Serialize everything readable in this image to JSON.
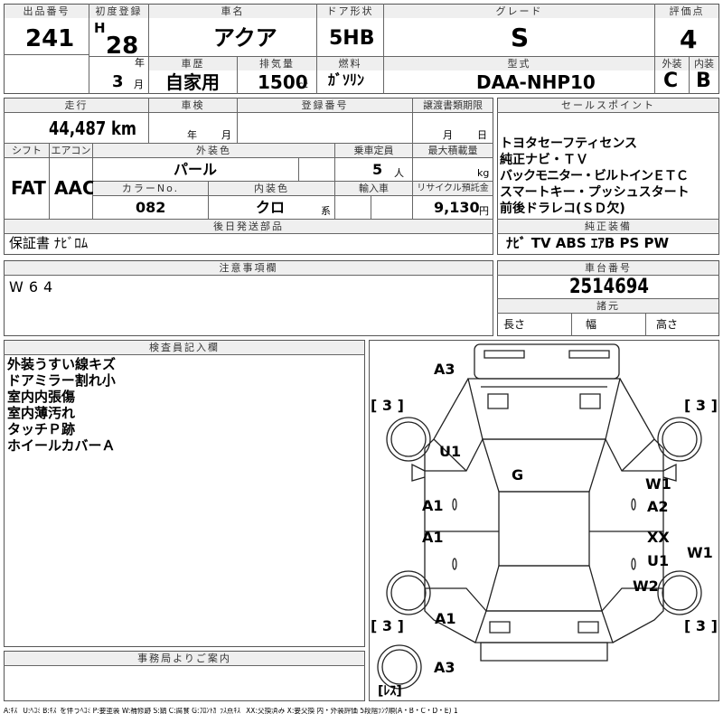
{
  "headers": {
    "lot_no": "出品番号",
    "first_reg": "初度登録",
    "car_name": "車名",
    "door": "ドア形状",
    "grade": "グレード",
    "score": "評価点",
    "history": "車歴",
    "displacement": "排気量",
    "fuel": "燃料",
    "model": "型式",
    "exterior": "外装",
    "interior": "内装",
    "mileage": "走行",
    "inspection": "車検",
    "reg_no": "登録番号",
    "transfer": "譲渡書類期限",
    "sales_point": "セールスポイント",
    "shift": "シフト",
    "aircon": "エアコン",
    "ext_color": "外装色",
    "capacity": "乗車定員",
    "max_load": "最大積載量",
    "color_no": "カラーNo.",
    "int_color": "内装色",
    "import": "輸入車",
    "recycle": "リサイクル預託金",
    "later_parts": "後日発送部品",
    "std_equipment": "純正装備",
    "notes": "注意事項欄",
    "chassis": "車台番号",
    "dims": "諸元",
    "inspector": "検査員記入欄",
    "office": "事務局よりご案内"
  },
  "vehicle": {
    "lot_no": "241",
    "era": "H",
    "year": "28",
    "year_unit": "年",
    "month": "3",
    "month_unit": "月",
    "car_name": "アクア",
    "door": "5HB",
    "grade": "S",
    "score": "4",
    "history": "自家用",
    "displacement": "1500",
    "cc_unit": "cc",
    "fuel": "ｶﾞｿﾘﾝ",
    "model": "DAA-NHP10",
    "exterior_grade": "C",
    "interior_grade": "B",
    "mileage": "44,487",
    "km_unit": "km",
    "insp_year_unit": "年",
    "insp_month_unit": "月",
    "transfer_month_unit": "月",
    "transfer_day_unit": "日",
    "shift": "FAT",
    "aircon": "AAC",
    "ext_color": "パール",
    "capacity": "5",
    "capacity_unit": "人",
    "kg_unit": "kg",
    "color_no": "082",
    "int_color": "クロ",
    "int_color_suffix": "系",
    "recycle": "9,130",
    "yen_unit": "円",
    "later_parts": "保証書 ﾅﾋﾞﾛﾑ",
    "std_equipment": "ﾅﾋﾞ TV ABS ｴｱB PS PW",
    "notes": "W64",
    "chassis": "2514694",
    "dim_length": "長さ",
    "dim_width": "幅",
    "dim_height": "高さ"
  },
  "sales_points": [
    "トヨタセーフティセンス",
    "純正ナビ・ＴＶ",
    "バックモニター・ビルトインＥＴＣ",
    "スマートキー・プッシュスタート",
    "前後ドラレコ(ＳＤ欠)"
  ],
  "inspector_notes": [
    "外装うすい線キズ",
    "ドアミラー割れ小",
    "室内内張傷",
    "室内薄汚れ",
    "タッチＰ跡",
    "ホイールカバーＡ"
  ],
  "damage_marks": {
    "front_bumper": "A3",
    "rear_bumper": "A3",
    "roof": "G",
    "left_fender": "U1",
    "left_front_door": "A1",
    "left_rear_door": "A1",
    "left_rear_quarter": "A1",
    "right_fender": "W1",
    "right_front_door": "A2",
    "right_rear_door": "XX",
    "right_rear_door_2": "U1",
    "right_rear_quarter": "W2",
    "right_side": "W1",
    "tire_fl": "[ 3 ]",
    "tire_fr": "[ 3 ]",
    "tire_rl": "[ 3 ]",
    "tire_rr": "[ 3 ]",
    "spare": "[ﾚｽ]"
  },
  "legend": "A:ｷｽﾞ U:ﾍｺﾐ B:ｷｽﾞを伴うﾍｺﾐ P:要塗装 W:補修跡 S:錆 C:腐食 G:ﾌﾛﾝﾄｶﾞﾗｽ点ｷｽﾞ XX:交換済み X:要交換 内・外装評価 5段階ﾗﾝｸ順(A・B・C・D・E) 1"
}
